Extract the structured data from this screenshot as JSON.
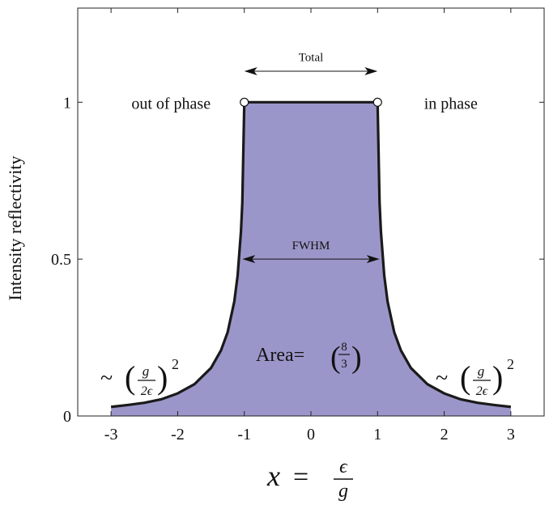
{
  "chart_data": {
    "type": "area",
    "xlabel": "x = ϵ/g",
    "xlabel_parts": {
      "lhs": "x",
      "eq": "=",
      "num": "ϵ",
      "den": "g"
    },
    "ylabel": "Intensity reflectivity",
    "xlim": [
      -3.5,
      3.5
    ],
    "ylim": [
      0,
      1.3
    ],
    "x_ticks": [
      -3,
      -2,
      -1,
      0,
      1,
      2,
      3
    ],
    "x_tick_labels": [
      "-3",
      "-2",
      "-1",
      "0",
      "1",
      "2",
      "3"
    ],
    "y_ticks": [
      0,
      0.5,
      1
    ],
    "y_tick_labels": [
      "0",
      "0.5",
      "1"
    ],
    "grid": false,
    "fill_color": "#9b96c9",
    "line_color": "#1a1a1a",
    "series": [
      {
        "x": [
          -3.0,
          -2.75,
          -2.5,
          -2.25,
          -2.0,
          -1.75,
          -1.5,
          -1.35,
          -1.25,
          -1.15,
          -1.1,
          -1.05,
          -1.03,
          -1.0,
          -1.0,
          -0.5,
          0,
          0.5,
          1.0,
          1.0,
          1.03,
          1.05,
          1.1,
          1.15,
          1.25,
          1.35,
          1.5,
          1.75,
          2.0,
          2.25,
          2.5,
          2.75,
          3.0
        ],
        "y": [
          0.029,
          0.035,
          0.042,
          0.053,
          0.072,
          0.101,
          0.153,
          0.209,
          0.267,
          0.365,
          0.448,
          0.589,
          0.68,
          1.0,
          1.0,
          1.0,
          1.0,
          1.0,
          1.0,
          1.0,
          0.68,
          0.589,
          0.448,
          0.365,
          0.267,
          0.209,
          0.153,
          0.101,
          0.072,
          0.053,
          0.042,
          0.035,
          0.029
        ]
      }
    ],
    "markers": [
      {
        "x": -1,
        "y": 1
      },
      {
        "x": 1,
        "y": 1
      }
    ],
    "annotations": {
      "total": {
        "label": "Total",
        "x_from": -1,
        "x_to": 1,
        "y": 1.1
      },
      "fwhm": {
        "label": "FWHM",
        "x_from": -1.03,
        "x_to": 1.03,
        "y": 0.5
      },
      "out_of_phase": "out of phase",
      "in_phase": "in phase",
      "area": {
        "lhs": "Area=",
        "num": "8",
        "den": "3"
      },
      "asymptote": {
        "tilde": "~",
        "num": "g",
        "den": "2ϵ",
        "power": "2"
      }
    }
  }
}
